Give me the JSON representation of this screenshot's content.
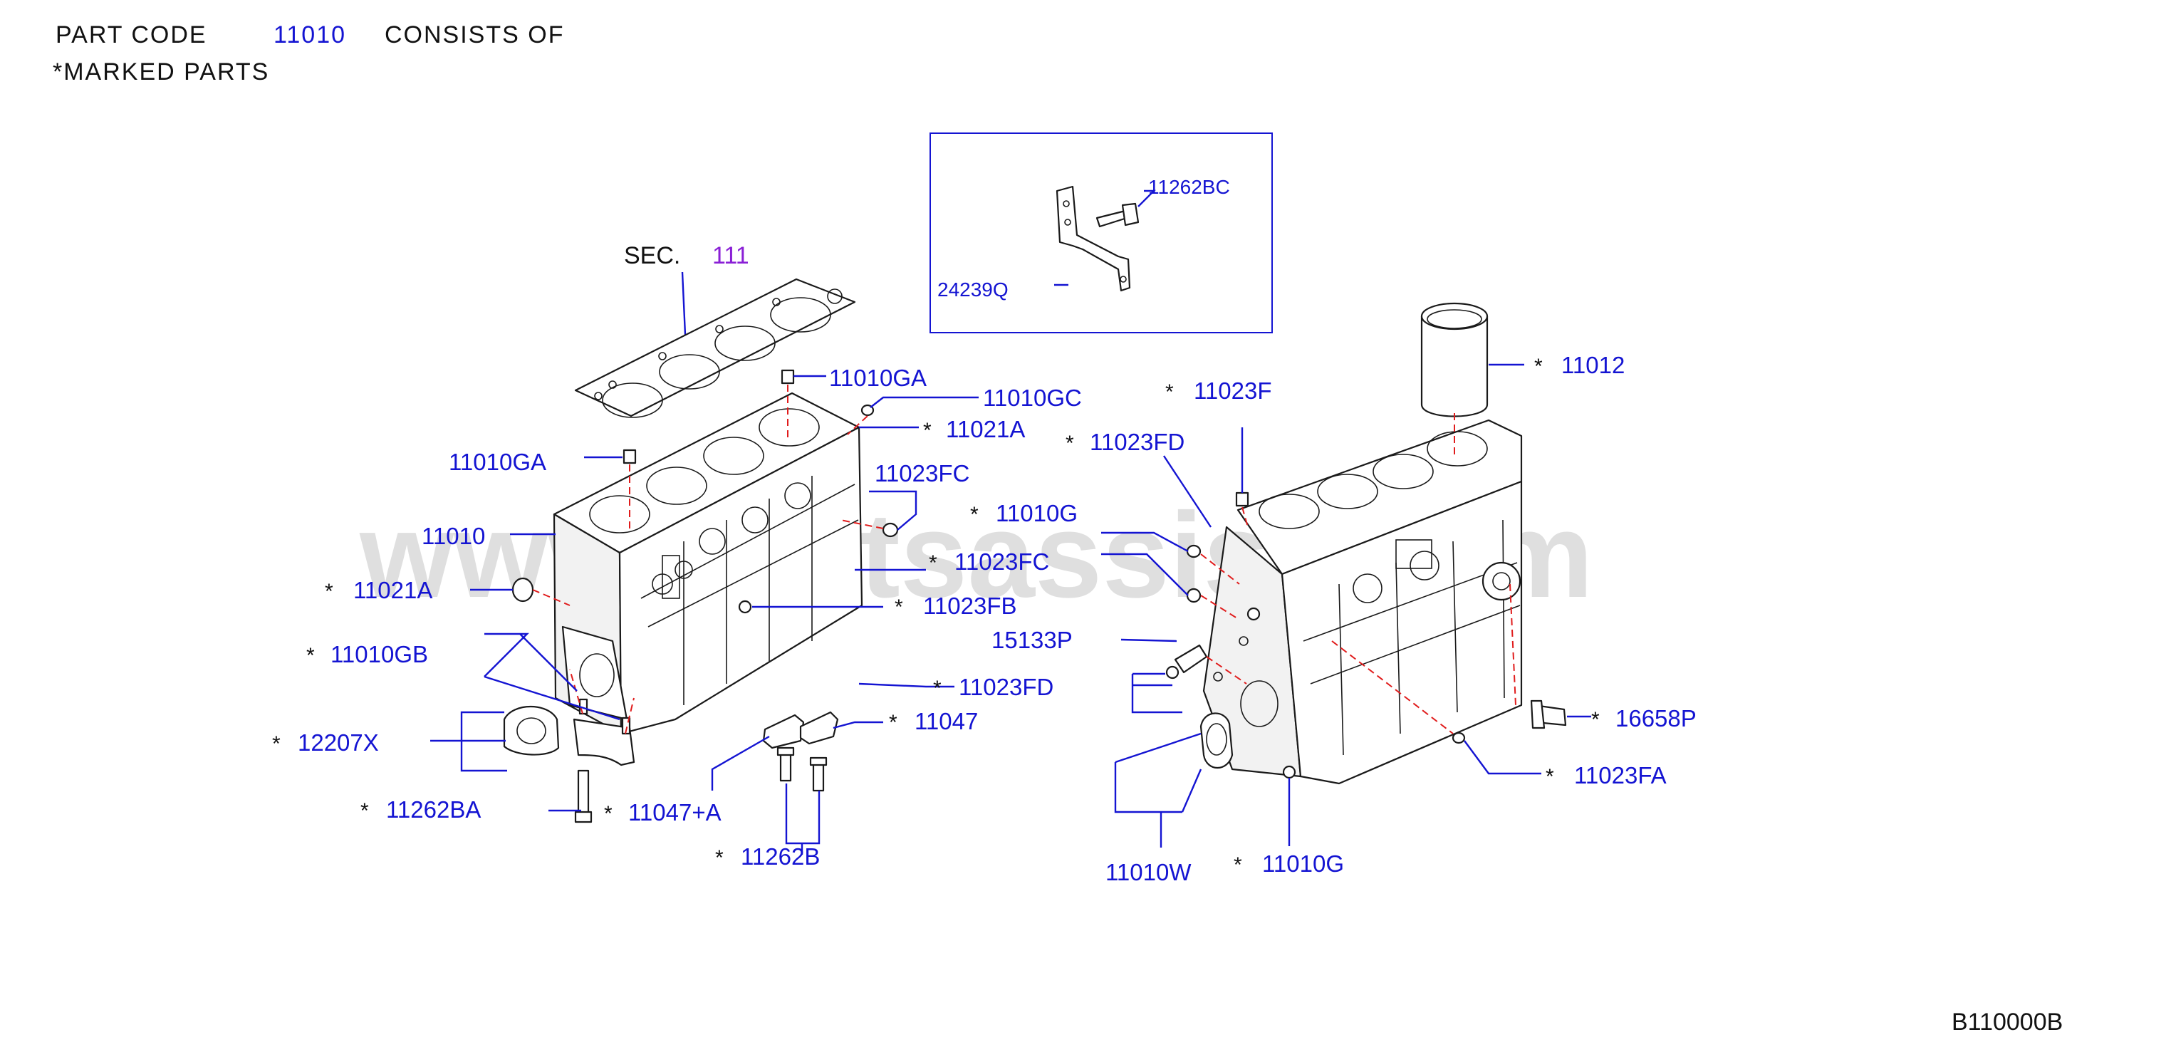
{
  "header": {
    "line1_prefix": "PART CODE",
    "line1_code": "11010",
    "line1_suffix": "CONSISTS OF",
    "line2": "*MARKED PARTS"
  },
  "section": {
    "label": "SEC.",
    "number": "111"
  },
  "inset": {
    "labels": [
      {
        "id": "inset-11262BC",
        "text": "11262BC",
        "star": false
      },
      {
        "id": "inset-24239Q",
        "text": "24239Q",
        "star": false
      }
    ]
  },
  "callouts": [
    {
      "id": "11010GA-top",
      "text": "11010GA",
      "star": false
    },
    {
      "id": "11010GC",
      "text": "11010GC",
      "star": false
    },
    {
      "id": "11021A-top",
      "text": "11021A",
      "star": true
    },
    {
      "id": "11010GA-left",
      "text": "11010GA",
      "star": false
    },
    {
      "id": "11023FC-top",
      "text": "11023FC",
      "star": false
    },
    {
      "id": "11010",
      "text": "11010",
      "star": false
    },
    {
      "id": "11021A-left",
      "text": "11021A",
      "star": true
    },
    {
      "id": "11023FC-mid",
      "text": "11023FC",
      "star": true
    },
    {
      "id": "11023FB",
      "text": "11023FB",
      "star": true
    },
    {
      "id": "11010GB",
      "text": "11010GB",
      "star": true
    },
    {
      "id": "11023FD-bottom",
      "text": "11023FD",
      "star": true
    },
    {
      "id": "11047",
      "text": "11047",
      "star": true
    },
    {
      "id": "12207X",
      "text": "12207X",
      "star": true
    },
    {
      "id": "11262BA",
      "text": "11262BA",
      "star": true
    },
    {
      "id": "11047A",
      "text": "11047+A",
      "star": true
    },
    {
      "id": "11262B",
      "text": "11262B",
      "star": true
    },
    {
      "id": "11023F",
      "text": "11023F",
      "star": true
    },
    {
      "id": "11012",
      "text": "11012",
      "star": true
    },
    {
      "id": "11023FD-top",
      "text": "11023FD",
      "star": true
    },
    {
      "id": "11010G-top",
      "text": "11010G",
      "star": true
    },
    {
      "id": "15133P",
      "text": "15133P",
      "star": false
    },
    {
      "id": "16658P",
      "text": "16658P",
      "star": true
    },
    {
      "id": "11023FA",
      "text": "11023FA",
      "star": true
    },
    {
      "id": "11010W",
      "text": "11010W",
      "star": false
    },
    {
      "id": "11010G-bottom",
      "text": "11010G",
      "star": true
    }
  ],
  "watermark": "www.partsassist.com",
  "diagram_code": "B110000B",
  "star_symbol": "*",
  "colors": {
    "label": "#1414d2",
    "section_number": "#8a1fd6",
    "centerline": "#e01c1c"
  }
}
